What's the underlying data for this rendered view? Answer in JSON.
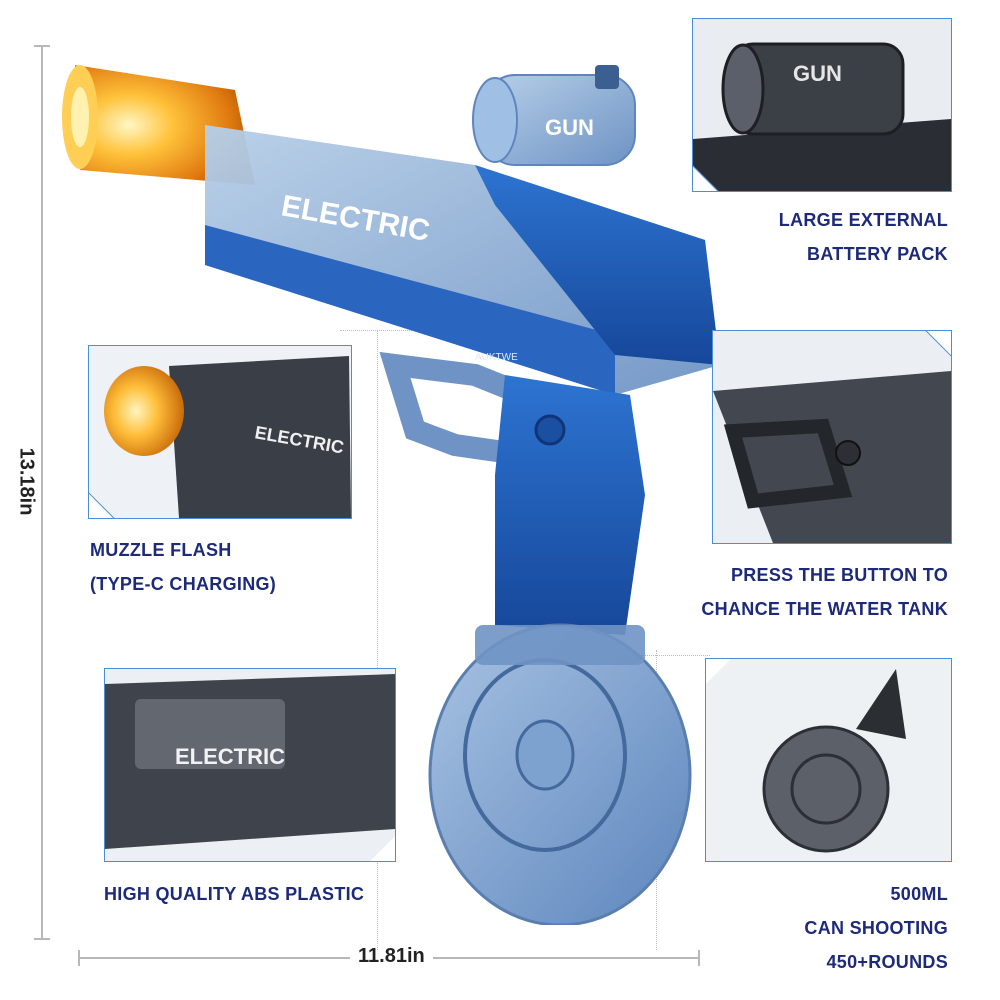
{
  "dimensions": {
    "height": "13.18in",
    "width": "11.81in"
  },
  "features": {
    "battery": {
      "line1": "LARGE EXTERNAL",
      "line2": "BATTERY PACK"
    },
    "muzzle": {
      "line1": "MUZZLE FLASH",
      "line2": "(TYPE-C CHARGING)"
    },
    "button": {
      "line1": "PRESS THE BUTTON TO",
      "line2": "CHANCE THE WATER TANK"
    },
    "plastic": {
      "line1": "HIGH QUALITY ABS PLASTIC"
    },
    "tank": {
      "line1": "500ML",
      "line2": "CAN SHOOTING",
      "line3": "450+ROUNDS"
    }
  },
  "product_marks": {
    "slide_text": "ELECTRIC",
    "scope_text": "GUN",
    "brand_text": "AUKTWE"
  },
  "colors": {
    "label": "#1d2a7a",
    "frame": "#4a8fd6",
    "gun_blue": "#1f5fb8",
    "transparent_blue": "#8fb4dc",
    "flash": "#f7a21b"
  }
}
